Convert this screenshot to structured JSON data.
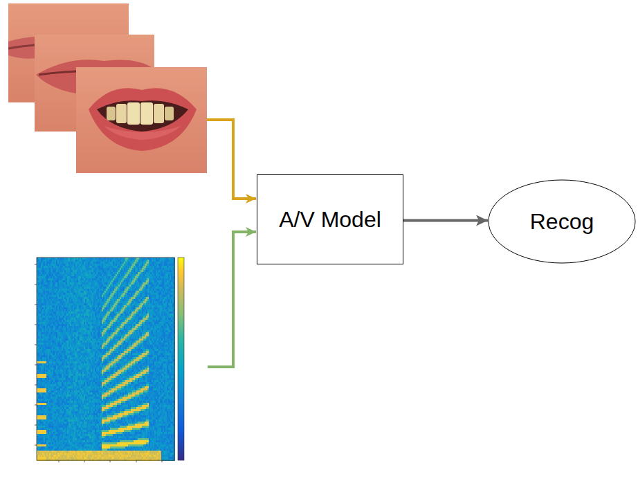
{
  "diagram": {
    "nodes": [
      {
        "text": [
          "A/V Model"
        ]
      },
      {
        "text": [
          "Recog"
        ]
      }
    ],
    "edges": [
      {
        "from": 0,
        "to": 1,
        "arrow": "to"
      }
    ]
  }
}
